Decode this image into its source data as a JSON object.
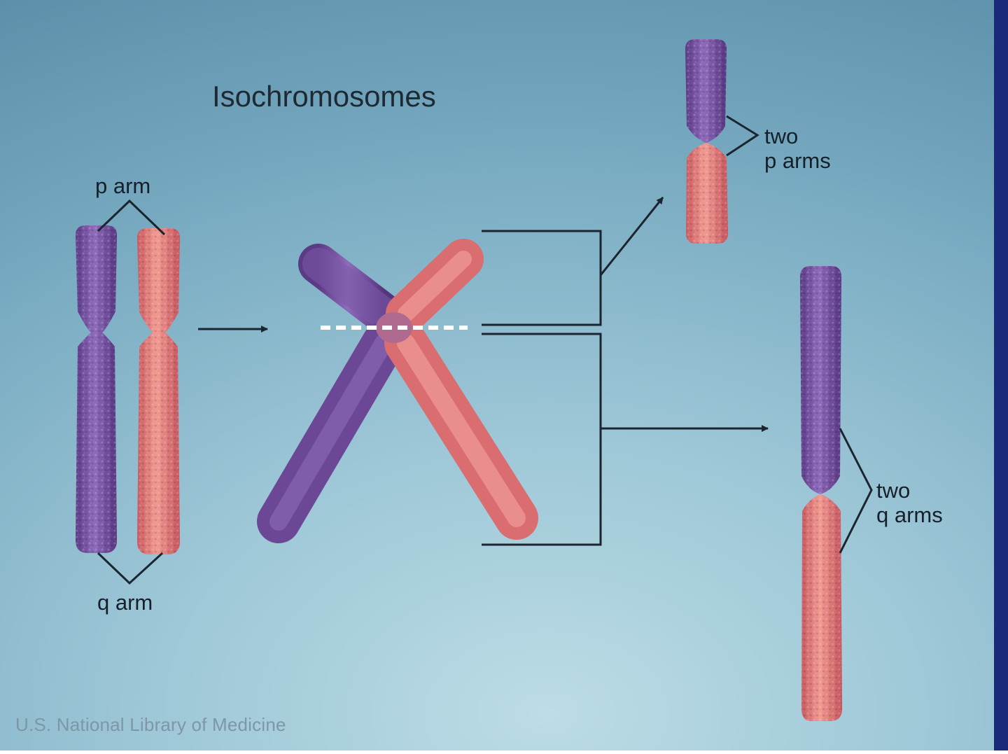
{
  "title": "Isochromosomes",
  "labels": {
    "p_arm": "p arm",
    "q_arm": "q arm",
    "two_p_arms": [
      "two",
      "p arms"
    ],
    "two_q_arms": [
      "two",
      "q arms"
    ]
  },
  "credit": "U.S. National Library of Medicine",
  "colors": {
    "purple_chromatid": "#7d5aa8",
    "pink_chromatid": "#e7827e",
    "line": "#1b2530",
    "split_line": "#ffffff"
  }
}
